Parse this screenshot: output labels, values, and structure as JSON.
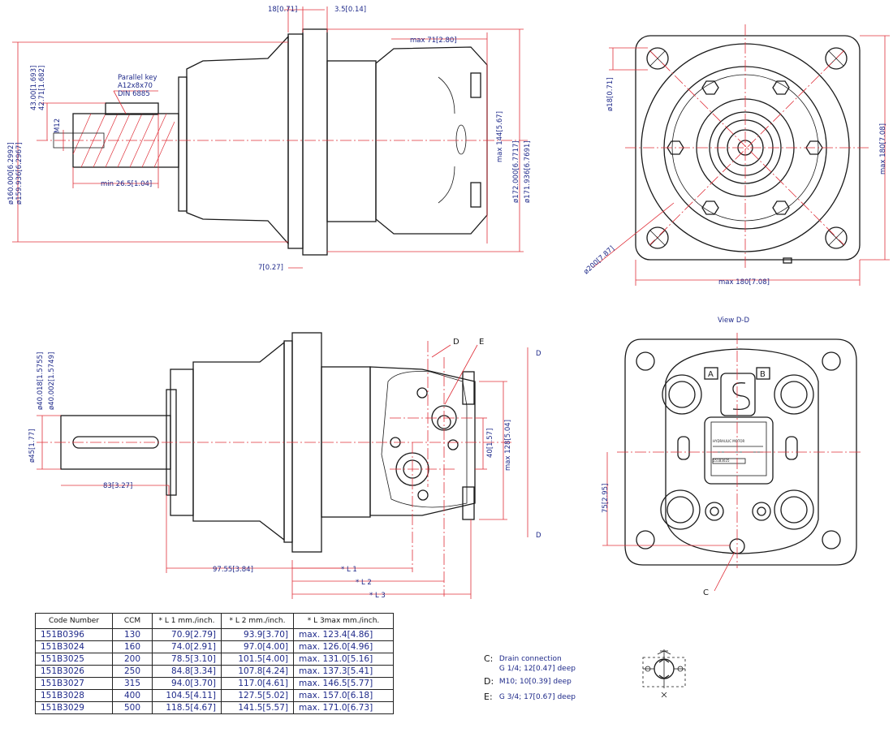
{
  "top_dims": {
    "d18_071": "18[0.71]",
    "d35_014": "3.5[0.14]",
    "max71": "max 71[2.80]",
    "d4300": "43.00[1.693]",
    "d4271": "42.71[1.682]",
    "key_lines": [
      "Parallel key",
      "A12x8x70",
      "DIN 6885"
    ],
    "m12": "M12",
    "min265": "min 26.5[1.04]",
    "d160": "ø160.000[6.2992]",
    "d159": "ø159.936[6.2967]",
    "max144": "max 144[5.67]",
    "d172": "ø172.000[6.7717]",
    "d171": "ø171.936[6.7691]",
    "d7": "7[0.27]"
  },
  "front_dims": {
    "hole18": "ø18[0.71]",
    "max180v": "max 180[7.08]",
    "max180h": "max 180[7.08]",
    "d200": "ø200[7.87]"
  },
  "side_dims": {
    "d40018": "ø40.018[1.5755]",
    "d40002": "ø40.002[1.5749]",
    "d45": "ø45[1.77]",
    "d83": "83[3.27]",
    "d40": "40[1.57]",
    "max128": "max 128[5.04]",
    "d9755": "97.55[3.84]",
    "l1": "* L 1",
    "l2": "* L 2",
    "l3": "* L 3",
    "labelD": "D",
    "labelE": "E",
    "cutD_top": "D",
    "cutD_bottom": "D"
  },
  "view_dd": {
    "title": "View D-D",
    "portA": "A",
    "portB": "B",
    "d75": "75[2.95]",
    "labelC": "C",
    "plate_lines": [
      "HYDRAULIC MOTOR",
      "151B3025"
    ]
  },
  "table": {
    "headers": [
      "Code Number",
      "CCM",
      "* L 1 mm./inch.",
      "* L 2 mm./inch.",
      "* L 3max mm./inch."
    ],
    "rows": [
      [
        "151B0396",
        "130",
        "70.9[2.79]",
        "93.9[3.70]",
        "max.  123.4[4.86]"
      ],
      [
        "151B3024",
        "160",
        "74.0[2.91]",
        "97.0[4.00]",
        "max.  126.0[4.96]"
      ],
      [
        "151B3025",
        "200",
        "78.5[3.10]",
        "101.5[4.00]",
        "max.  131.0[5.16]"
      ],
      [
        "151B3026",
        "250",
        "84.8[3.34]",
        "107.8[4.24]",
        "max.  137.3[5.41]"
      ],
      [
        "151B3027",
        "315",
        "94.0[3.70]",
        "117.0[4.61]",
        "max.  146.5[5.77]"
      ],
      [
        "151B3028",
        "400",
        "104.5[4.11]",
        "127.5[5.02]",
        "max.  157.0[6.18]"
      ],
      [
        "151B3029",
        "500",
        "118.5[4.67]",
        "141.5[5.57]",
        "max.  171.0[6.73]"
      ]
    ]
  },
  "legend": {
    "c_key": "C:",
    "c_text1": "Drain connection",
    "c_text2": "G 1/4;  12[0.47]  deep",
    "d_key": "D:",
    "d_text": "M10;  10[0.39]  deep",
    "e_key": "E:",
    "e_text": "G 3/4;  17[0.67]  deep"
  },
  "colors": {
    "ink": "#1a1a1a",
    "centerline": "#e0303a",
    "dimension_text": "#1f2a8a"
  }
}
